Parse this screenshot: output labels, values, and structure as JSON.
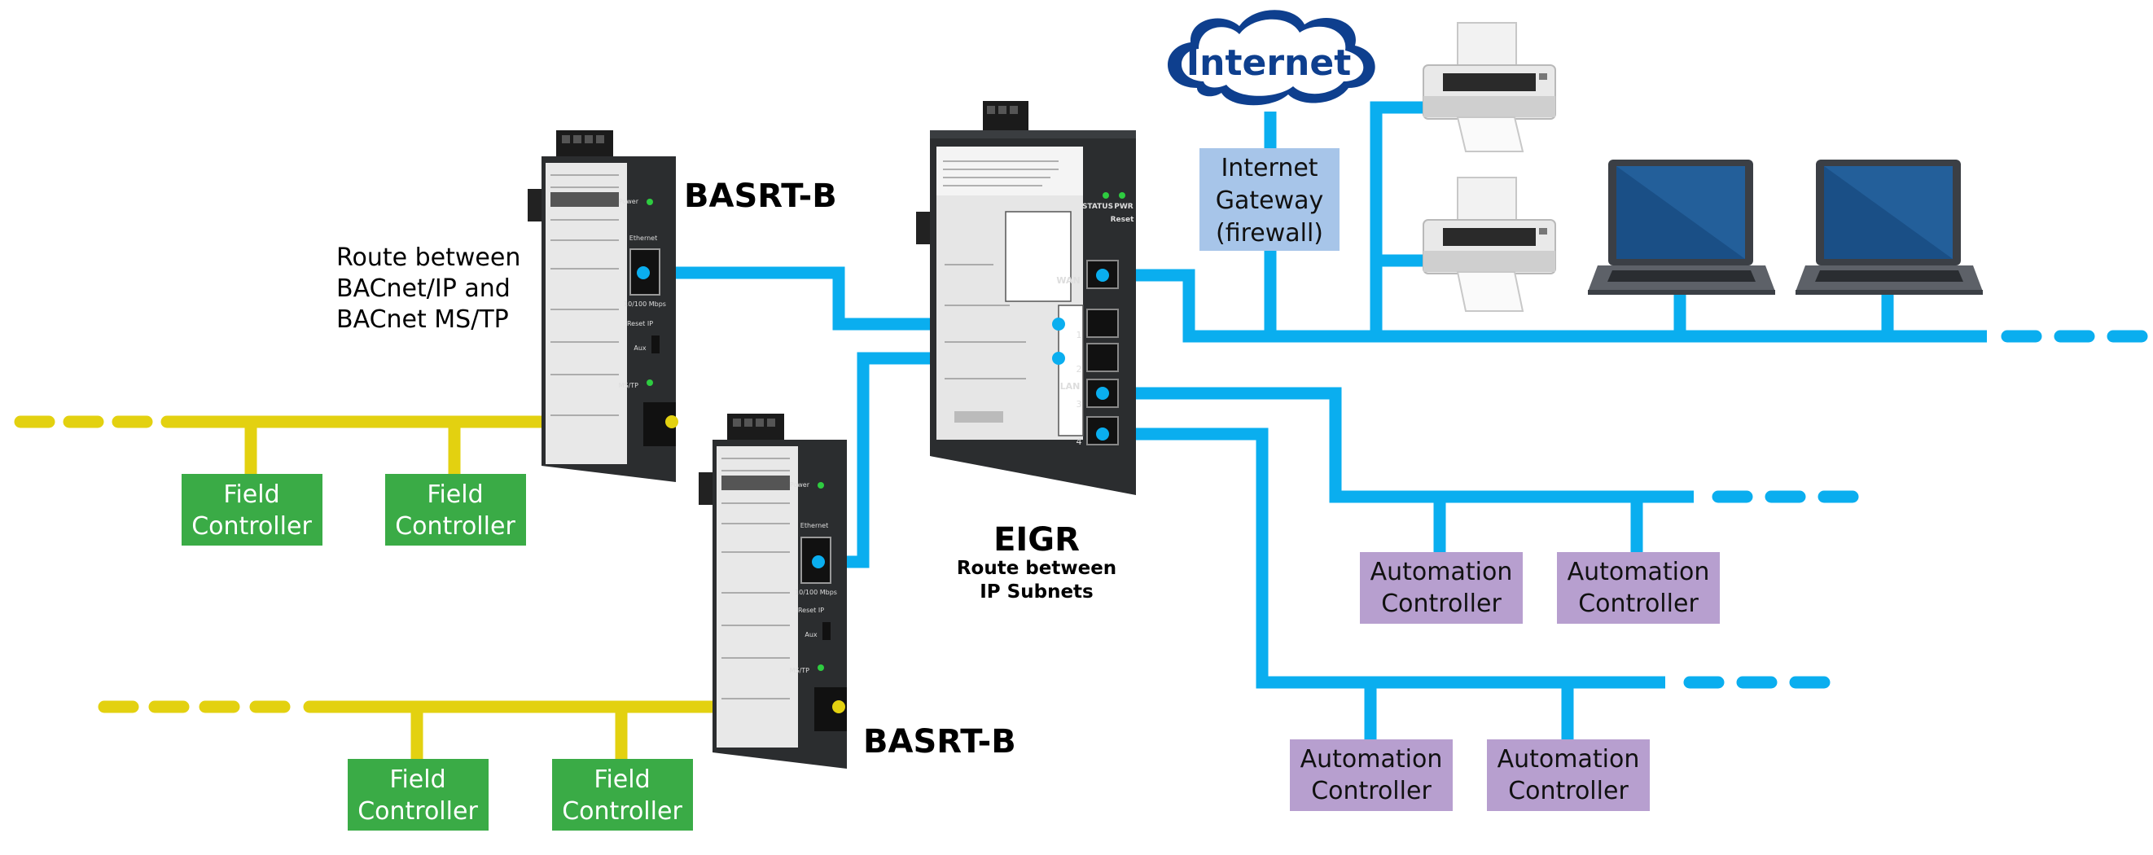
{
  "colors": {
    "ethernet": "#0aaeef",
    "mstp_bus": "#e3d110",
    "field_controller_bg": "#3aab46",
    "field_controller_text": "#ffffff",
    "automation_controller_bg": "#b79fcf",
    "automation_controller_text": "#111111",
    "gateway_bg": "#a7c5e9",
    "device_body": "#2b2d2f"
  },
  "internet": {
    "label": "Internet"
  },
  "gateway": {
    "line1": "Internet",
    "line2": "Gateway",
    "line3": "(firewall)"
  },
  "eigr": {
    "name": "EIGR",
    "sub1": "Route between",
    "sub2": "IP Subnets"
  },
  "basrt_top": {
    "name": "BASRT-B",
    "note1": "Route between",
    "note2": "BACnet/IP and",
    "note3": "BACnet MS/TP"
  },
  "basrt_bottom": {
    "name": "BASRT-B"
  },
  "field_controller": {
    "line1": "Field",
    "line2": "Controller"
  },
  "automation_controller": {
    "line1": "Automation",
    "line2": "Controller"
  },
  "eigr_ports": {
    "wan": "WAN",
    "lan": "LAN",
    "p1": "1",
    "p2": "2",
    "p3": "3",
    "p4": "4",
    "status": "STATUS",
    "pwr": "PWR",
    "reset": "Reset"
  },
  "basrt_ports": {
    "power": "Power",
    "ethernet": "Ethernet",
    "speed": "10/100 Mbps",
    "reset": "Reset IP",
    "aux": "Aux",
    "mstp": "MS/TP"
  }
}
